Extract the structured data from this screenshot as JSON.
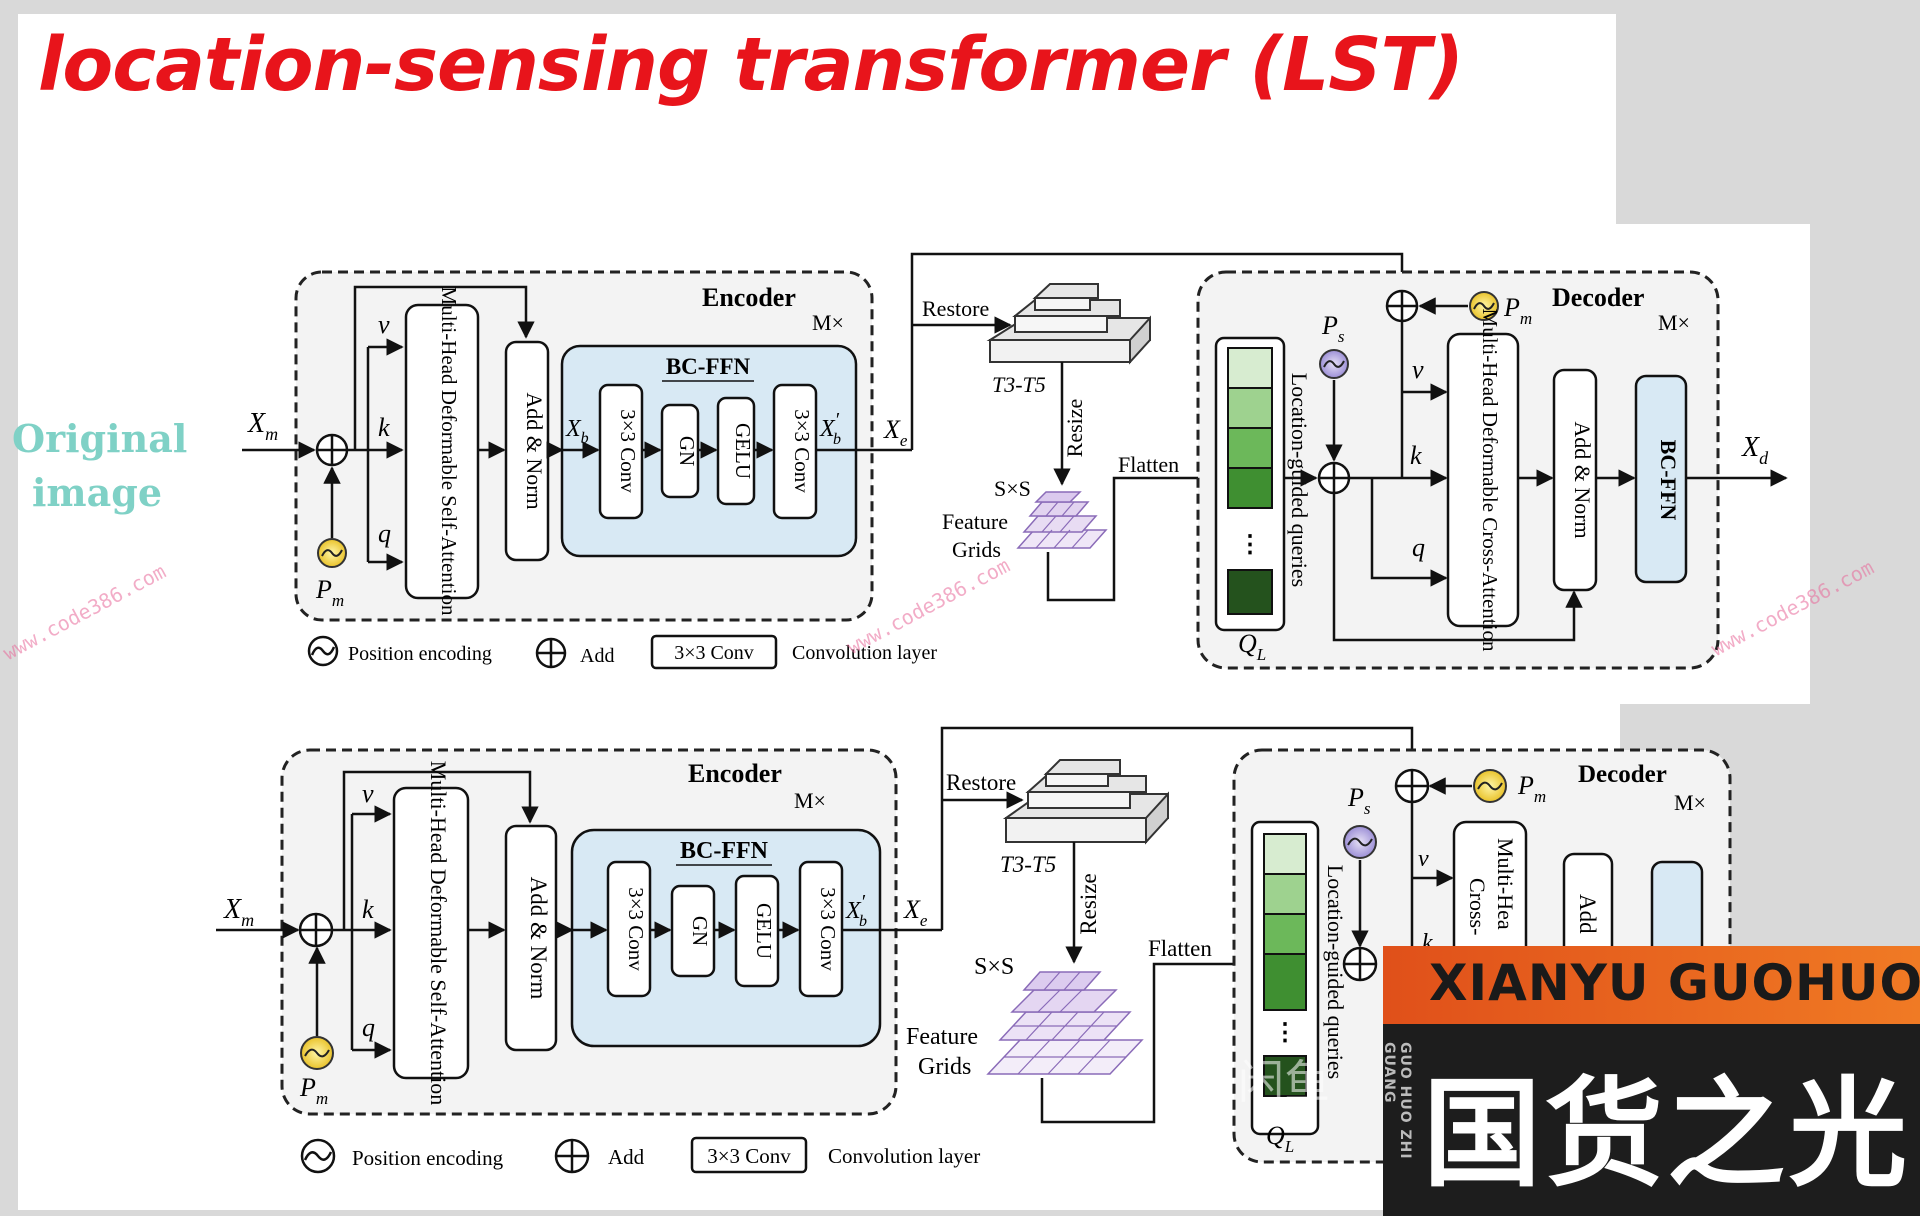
{
  "title": "location-sensing transformer (LST)",
  "side_label": "Original image",
  "watermark": "www.code386.com",
  "colors": {
    "title_red": "#e8141b",
    "side_label_teal": "#7fd1c6",
    "bcffn_fill": "#d8e9f4",
    "query_greens": [
      "#d7ecd0",
      "#9ed28f",
      "#6cb85a",
      "#3f8f31",
      "#24521d"
    ]
  },
  "top_diagram": {
    "encoder": {
      "title": "Encoder",
      "repeat": "M×",
      "input": "X",
      "input_sub": "m",
      "v": "v",
      "k": "k",
      "q": "q",
      "pos": "P",
      "pos_sub": "m",
      "attention": "Multi-Head Deformable Self-Attention",
      "add_norm": "Add & Norm",
      "bcffn": {
        "title": "BC-FFN",
        "in": "X",
        "in_sub": "b",
        "out": "X",
        "out_sub": "b",
        "out_prime": "′",
        "blocks": [
          "3×3 Conv",
          "GN",
          "GELU",
          "3×3 Conv"
        ]
      },
      "output": "X",
      "output_sub": "e"
    },
    "middle": {
      "restore": "Restore",
      "stack": "T3-T5",
      "resize": "Resize",
      "grids_size": "S×S",
      "grids_label": "Feature Grids",
      "flatten": "Flatten"
    },
    "decoder": {
      "title": "Decoder",
      "repeat": "M×",
      "pos": "P",
      "pos_sub": "m",
      "ps": "P",
      "ps_sub": "s",
      "queries": "Location-guided queries",
      "ql": "Q",
      "ql_sub": "L",
      "v": "v",
      "k": "k",
      "q": "q",
      "attention": "Multi-Head Deformable Cross-Attention",
      "add_norm": "Add & Norm",
      "ffn": "BC-FFN",
      "output": "X",
      "output_sub": "d"
    },
    "legend": {
      "pos": "Position encoding",
      "add": "Add",
      "conv_box": "3×3 Conv",
      "conv": "Convolution layer"
    }
  },
  "bottom_diagram": {
    "encoder": {
      "title": "Encoder",
      "repeat": "M×",
      "input": "X",
      "input_sub": "m",
      "v": "v",
      "k": "k",
      "q": "q",
      "pos": "P",
      "pos_sub": "m",
      "attention": "Multi-Head Deformable Self-Attention",
      "add_norm": "Add & Norm",
      "bcffn": {
        "title": "BC-FFN",
        "out": "X",
        "out_sub": "b",
        "out_prime": "′",
        "blocks": [
          "3×3 Conv",
          "GN",
          "GELU",
          "3×3 Conv"
        ]
      },
      "output": "X",
      "output_sub": "e"
    },
    "middle": {
      "restore": "Restore",
      "stack": "T3-T5",
      "resize": "Resize",
      "grids_size": "S×S",
      "grids_label_1": "Feature",
      "grids_label_2": "Grids",
      "flatten": "Flatten"
    },
    "decoder": {
      "title": "Decoder",
      "repeat": "M×",
      "pos": "P",
      "pos_sub": "m",
      "ps": "P",
      "ps_sub": "s",
      "queries": "Location-guided queries",
      "ql": "Q",
      "ql_sub": "L",
      "v": "v",
      "k": "k",
      "attention_1": "Multi-Hea",
      "attention_2": "Cross-",
      "add": "Add"
    },
    "legend": {
      "pos": "Position encoding",
      "add": "Add",
      "conv_box": "3×3 Conv",
      "conv": "Convolution layer"
    }
  },
  "overlay": {
    "xianyu": "闲鱼",
    "logo_en": "XIANYU GUOHUO",
    "logo_side": "GUO HUO ZHI GUANG",
    "logo_cn": "国货之光"
  }
}
